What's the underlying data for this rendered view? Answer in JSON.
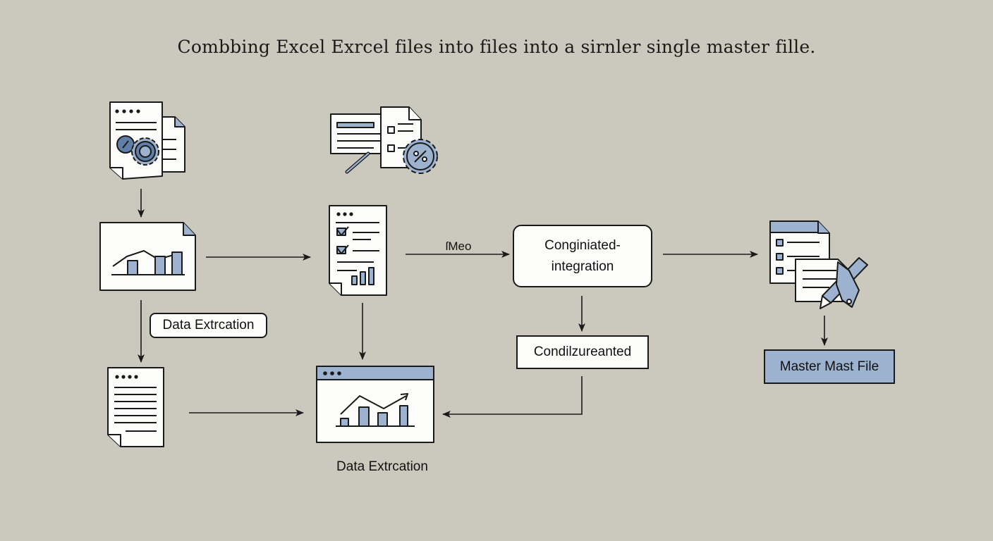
{
  "title": "Combbing Excel Exrcel files into files into a sirnler single master fille.",
  "labels": {
    "data_extraction_box": "Data Extrcation",
    "data_extraction_bottom": "Data Extrcation",
    "meo": "ſMeo",
    "integration_line1": "Conginiated-",
    "integration_line2": "integration",
    "conditional": "Condilzureanted",
    "master": "Master Mast File"
  },
  "colors": {
    "background": "#cbc9bd",
    "stroke": "#1a1a1a",
    "paper": "#fdfdfb",
    "accent_blue": "#9db2cf",
    "accent_blue_dark": "#5f7fa8"
  },
  "icons": [
    "excel-files-gear-icon",
    "report-magnifier-gear-icon",
    "bar-chart-doc-icon",
    "checklist-chart-doc-icon",
    "text-doc-icon",
    "chart-window-icon",
    "master-files-pen-icon"
  ]
}
